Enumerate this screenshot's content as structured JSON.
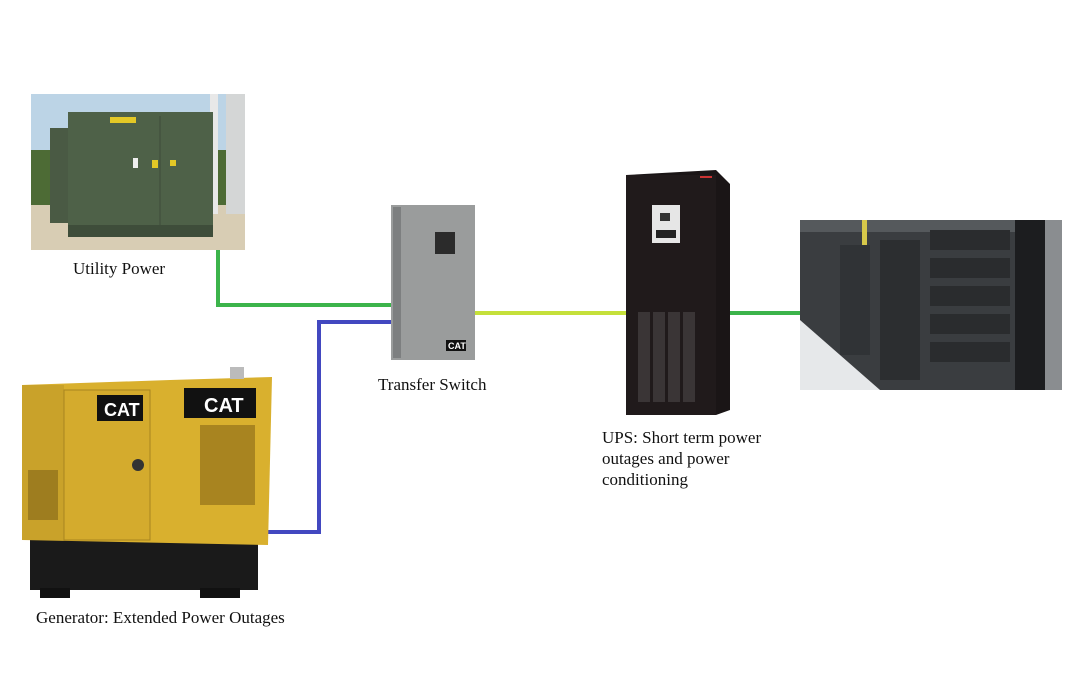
{
  "nodes": {
    "utility": {
      "label": "Utility Power"
    },
    "transfer_switch": {
      "label": "Transfer Switch",
      "brand": "CAT"
    },
    "generator": {
      "label": "Generator: Extended Power Outages",
      "brand": "CAT"
    },
    "ups": {
      "label_lines": [
        "UPS: Short term power",
        "outages and power",
        "conditioning"
      ]
    },
    "servers": {}
  },
  "connection_colors": {
    "utility_line": "#3cb44b",
    "generator_line": "#4248c0",
    "switch_to_ups_line": "#c5e03a",
    "ups_to_servers_line": "#3cb44b"
  }
}
